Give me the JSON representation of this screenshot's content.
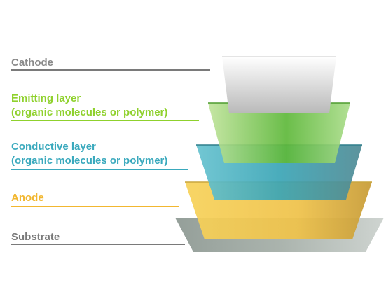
{
  "heading_fragment": "",
  "layers": [
    {
      "name": "cathode",
      "lines": [
        "Cathode"
      ],
      "color": "#8a8a8a"
    },
    {
      "name": "emitting-layer",
      "lines": [
        "Emitting layer",
        "(organic molecules or polymer)"
      ],
      "color": "#8fd12d"
    },
    {
      "name": "conductive-layer",
      "lines": [
        "Conductive layer",
        "(organic molecules or polymer)"
      ],
      "color": "#3aa9bd"
    },
    {
      "name": "anode",
      "lines": [
        "Anode"
      ],
      "color": "#f2b730"
    },
    {
      "name": "substrate",
      "lines": [
        "Substrate"
      ],
      "color": "#7a7a7a"
    }
  ]
}
